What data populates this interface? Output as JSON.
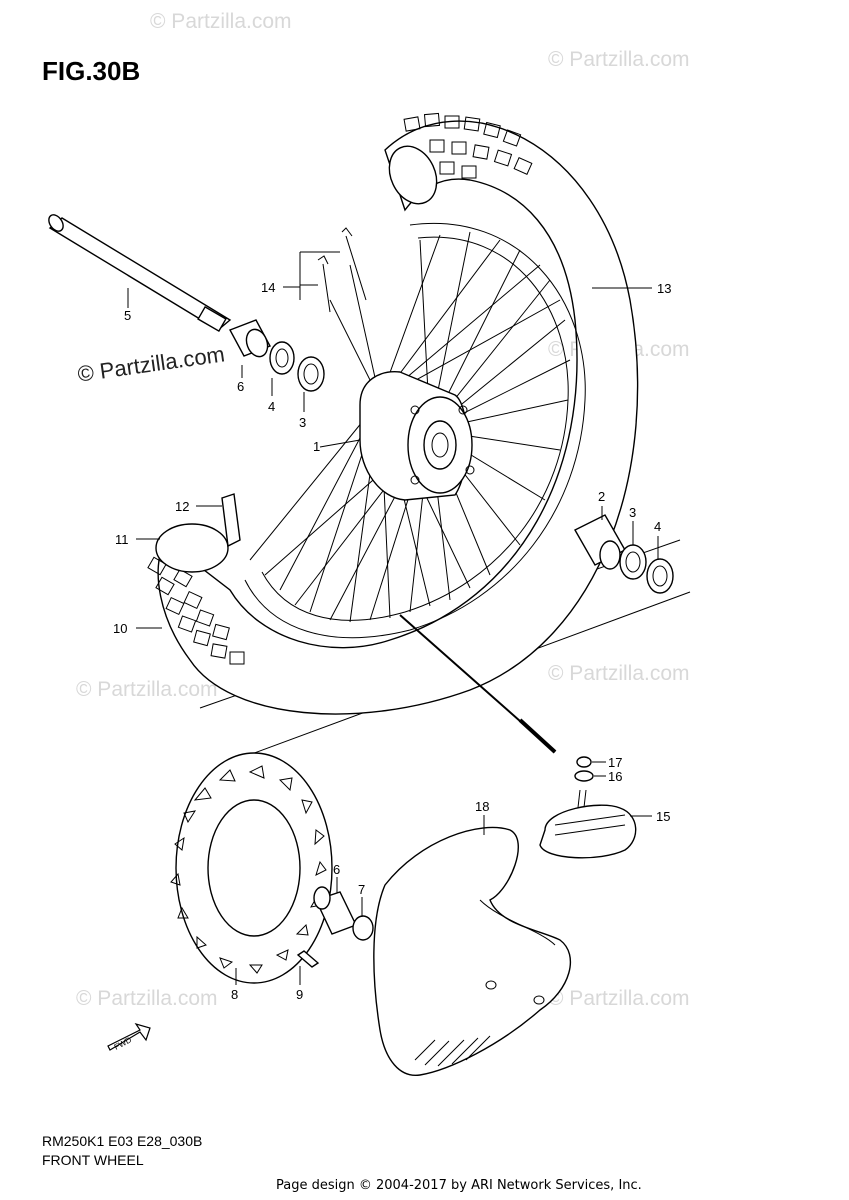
{
  "figure": {
    "title": "FIG.30B"
  },
  "watermarks": {
    "text": "© Partzilla.com",
    "dark_text": "© Partzilla.com"
  },
  "callouts": [
    "1",
    "2",
    "3",
    "4",
    "5",
    "6",
    "7",
    "8",
    "9",
    "10",
    "11",
    "12",
    "13",
    "14",
    "15",
    "16",
    "17",
    "18"
  ],
  "callout_parts": {
    "p1": "1",
    "p2": "2",
    "p3a": "3",
    "p3b": "3",
    "p4a": "4",
    "p4b": "4",
    "p5": "5",
    "p6a": "6",
    "p6b": "6",
    "p7": "7",
    "p8": "8",
    "p9": "9",
    "p10": "10",
    "p11": "11",
    "p12": "12",
    "p13": "13",
    "p14": "14",
    "p15": "15",
    "p16": "16",
    "p17": "17",
    "p18": "18"
  },
  "footer": {
    "code": "RM250K1 E03 E28_030B",
    "name": "FRONT WHEEL",
    "credit": "Page design © 2004-2017 by ARI Network Services, Inc."
  },
  "fwd_icon": {
    "label": "FWD",
    "icon": "arrow-fwd-icon"
  }
}
